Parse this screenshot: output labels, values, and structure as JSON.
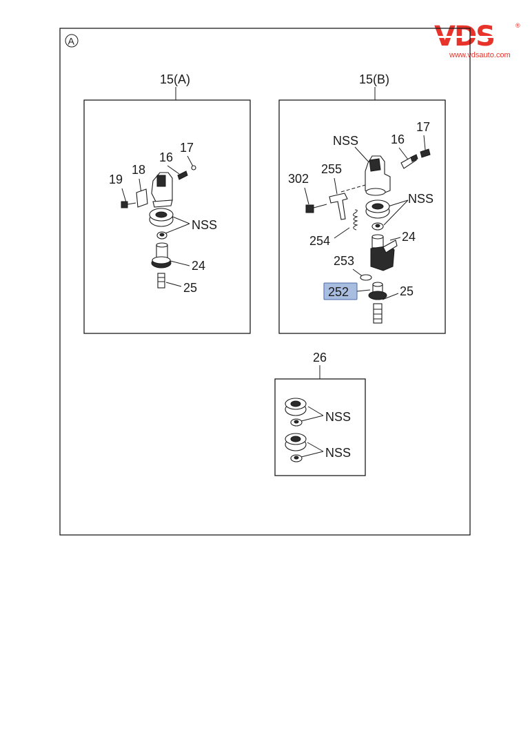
{
  "logo": {
    "brand": "VDS",
    "trademark": "®",
    "url": "www.vdsauto.com",
    "color": "#e8332b"
  },
  "page": {
    "marker": "A"
  },
  "group_a": {
    "title": "15(A)",
    "labels": {
      "p19": "19",
      "p18": "18",
      "p16": "16",
      "p17": "17",
      "nss": "NSS",
      "p24": "24",
      "p25": "25"
    }
  },
  "group_b": {
    "title": "15(B)",
    "labels": {
      "nss_top": "NSS",
      "p16": "16",
      "p17": "17",
      "p302": "302",
      "p255": "255",
      "nss_mid": "NSS",
      "p254": "254",
      "p24": "24",
      "p253": "253",
      "p252": "252",
      "p25": "25"
    },
    "highlight_color": "#a9bde0"
  },
  "group_26": {
    "title": "26",
    "labels": {
      "nss_1": "NSS",
      "nss_2": "NSS"
    }
  }
}
